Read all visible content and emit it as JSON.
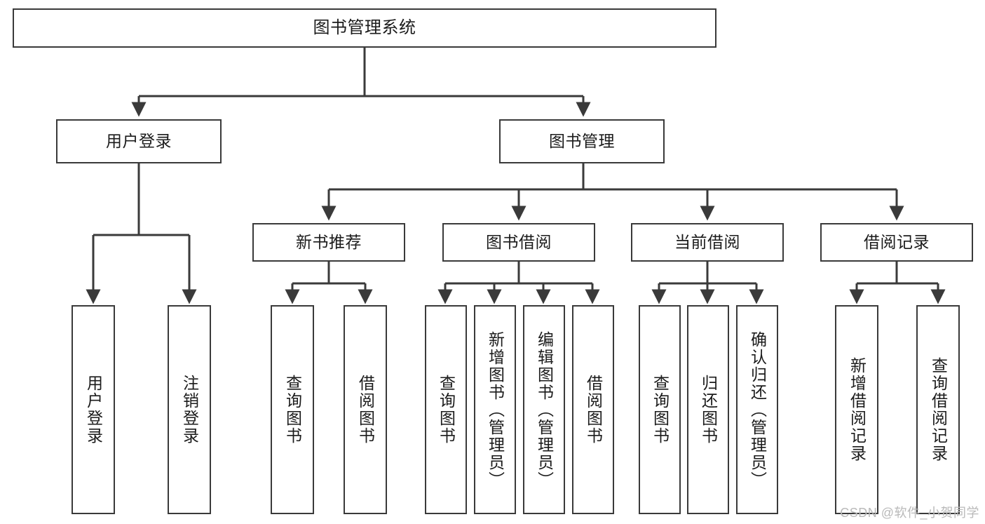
{
  "diagram": {
    "title": "图书管理系统",
    "type": "tree",
    "watermark": "CSDN @软件_小贺同学",
    "colors": {
      "box_stroke": "#3a3a3a",
      "box_fill": "#ffffff",
      "edge": "#3a3a3a",
      "text": "#1b1b1b",
      "watermark": "#b9b9b9",
      "background": "#ffffff"
    },
    "nodes": {
      "root": {
        "label": "图书管理系统"
      },
      "login": {
        "label": "用户登录"
      },
      "book_mgmt": {
        "label": "图书管理"
      },
      "new_book_rec": {
        "label": "新书推荐"
      },
      "book_borrow": {
        "label": "图书借阅"
      },
      "current_borrow": {
        "label": "当前借阅"
      },
      "borrow_record": {
        "label": "借阅记录"
      },
      "leaf_user_login": {
        "label": "用户登录"
      },
      "leaf_logout": {
        "label": "注销登录"
      },
      "leaf_query_book_1": {
        "label": "查询图书"
      },
      "leaf_borrow_book_1": {
        "label": "借阅图书"
      },
      "leaf_query_book_2": {
        "label": "查询图书"
      },
      "leaf_add_book": {
        "label": "新增图书（管理员）"
      },
      "leaf_edit_book": {
        "label": "编辑图书（管理员）"
      },
      "leaf_borrow_book_2": {
        "label": "借阅图书"
      },
      "leaf_query_book_3": {
        "label": "查询图书"
      },
      "leaf_return_book": {
        "label": "归还图书"
      },
      "leaf_confirm_return": {
        "label": "确认归还（管理员）"
      },
      "leaf_add_record": {
        "label": "新增借阅记录"
      },
      "leaf_query_record": {
        "label": "查询借阅记录"
      }
    }
  }
}
